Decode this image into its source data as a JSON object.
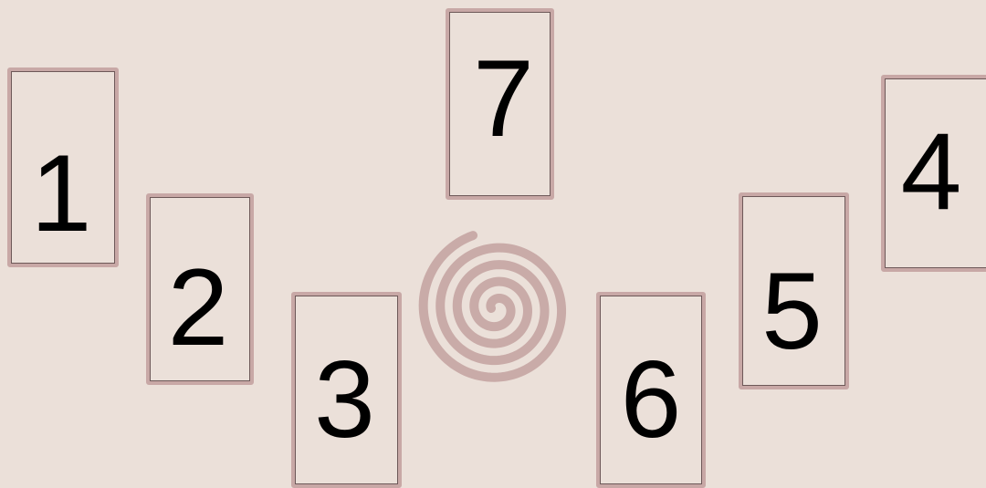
{
  "cards": [
    {
      "label": "1"
    },
    {
      "label": "2"
    },
    {
      "label": "3"
    },
    {
      "label": "4"
    },
    {
      "label": "5"
    },
    {
      "label": "6"
    },
    {
      "label": "7"
    }
  ],
  "colors": {
    "background": "#ebe0d9",
    "card_border": "#c8a8a6",
    "card_inner_edge": "#6d5858",
    "spiral": "#c9aba8",
    "text": "#000000"
  },
  "icons": {
    "center": "spiral-icon"
  }
}
